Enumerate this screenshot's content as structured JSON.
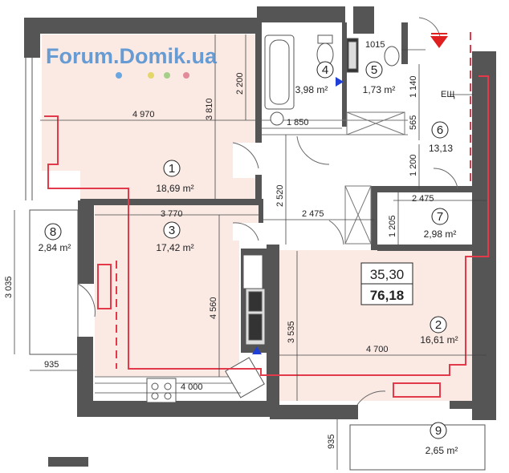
{
  "watermark": {
    "text": "Forum.Domik.ua",
    "dot_colors": [
      "#6aa6e0",
      "#e3d66a",
      "#a6d08a",
      "#e08a9a"
    ]
  },
  "colors": {
    "wall": "#555555",
    "living_fill": "#fbe9e4",
    "heating_line": "#e23a4a",
    "arrow_blue": "#1f3fd6",
    "arrow_red": "#e02020"
  },
  "rooms": [
    {
      "number": "1",
      "area": "18,69 m²"
    },
    {
      "number": "2",
      "area": "16,61 m²"
    },
    {
      "number": "3",
      "area": "17,42 m²"
    },
    {
      "number": "4",
      "area": "3,98 m²"
    },
    {
      "number": "5",
      "area": "1,73 m²"
    },
    {
      "number": "6",
      "area": "13,13"
    },
    {
      "number": "7",
      "area": "2,98 m²"
    },
    {
      "number": "8",
      "area": "2,84 m²"
    },
    {
      "number": "9",
      "area": "2,65 m²"
    }
  ],
  "totals": {
    "living": "35,30",
    "total": "76,18"
  },
  "dimensions": {
    "d_4970": "4 970",
    "d_3810": "3 810",
    "d_2200": "2 200",
    "d_1850": "1 850",
    "d_1015": "1015",
    "d_1140": "1 140",
    "d_565": "565",
    "d_1200": "1 200",
    "d_2520": "2 520",
    "d_2475a": "2 475",
    "d_2475b": "2 475",
    "d_3770": "3 770",
    "d_1205": "1 205",
    "d_3035": "3 035",
    "d_4560": "4 560",
    "d_3535": "3 535",
    "d_4700": "4 700",
    "d_935a": "935",
    "d_4000": "4 000",
    "d_935b": "935"
  },
  "labels": {
    "shaft": "ЕЩ"
  }
}
